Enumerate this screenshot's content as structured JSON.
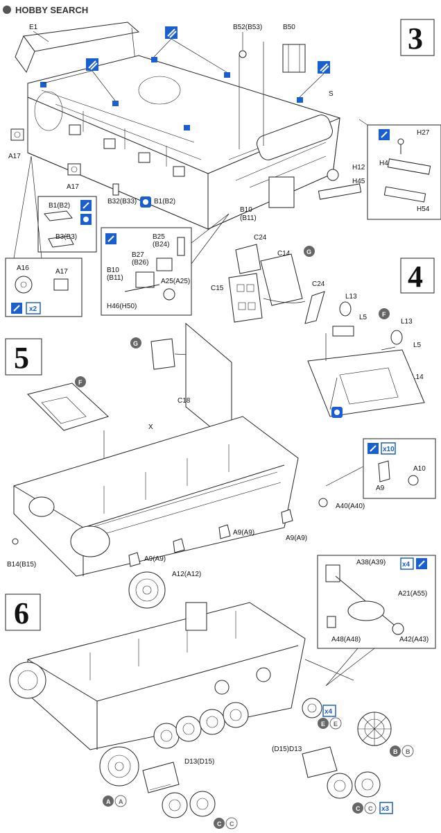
{
  "watermark": {
    "brand": "HOBBY SEARCH"
  },
  "steps": [
    "3",
    "4",
    "5",
    "6"
  ],
  "step3_labels": {
    "e1": "E1",
    "b52": "B52(B53)",
    "b50": "B50",
    "s": "S",
    "h27": "H27",
    "h45a": "H45",
    "h12": "H12",
    "h45b": "H45",
    "h54": "H54",
    "a17a": "A17",
    "a17b": "A17",
    "b32": "B32(B33)",
    "b1b2": "B1(B2)",
    "b10": "B10",
    "b11": "(B11)",
    "inset_b1": "B1(B2)",
    "inset_b3": "B3(B3)",
    "inset_a16": "A16",
    "inset_a17": "A17",
    "x2": "x2",
    "inset_b25": "B25",
    "inset_b24": "(B24)",
    "inset_b27": "B27",
    "inset_b26": "(B26)",
    "inset_b10": "B10",
    "inset_b11": "(B11)",
    "inset_a25": "A25(A25)",
    "inset_h46": "H46(H50)"
  },
  "step4_labels": {
    "c24a": "C24",
    "c14": "C14",
    "g": "G",
    "c15": "C15",
    "c24b": "C24",
    "l13a": "L13",
    "l5a": "L5",
    "f": "F",
    "l13b": "L13",
    "l5b": "L5",
    "l14": "L14"
  },
  "step5_labels": {
    "g": "G",
    "c18": "C18",
    "f": "F",
    "x": "X",
    "x10": "x10",
    "a10": "A10",
    "a9inset": "A9",
    "a40": "A40(A40)",
    "a9a": "A9(A9)",
    "a9b": "A9(A9)",
    "a9c": "A9(A9)",
    "b14": "B14(B15)",
    "a12": "A12(A12)"
  },
  "step6_labels": {
    "a38": "A38(A39)",
    "x4a": "x4",
    "a21": "A21(A55)",
    "a48": "A48(A48)",
    "a42": "A42(A43)",
    "x4b": "x4",
    "e": "E",
    "e2": "E",
    "b": "B",
    "b2": "B",
    "d13a": "D13(D15)",
    "d15": "(D15)D13",
    "a": "A",
    "a2": "A",
    "c": "C",
    "c2": "C",
    "c3": "C",
    "c4": "C",
    "x3": "x3"
  },
  "colors": {
    "accent_blue": "#1a5fd0",
    "ink": "#222222",
    "badge_gray": "#666666"
  }
}
